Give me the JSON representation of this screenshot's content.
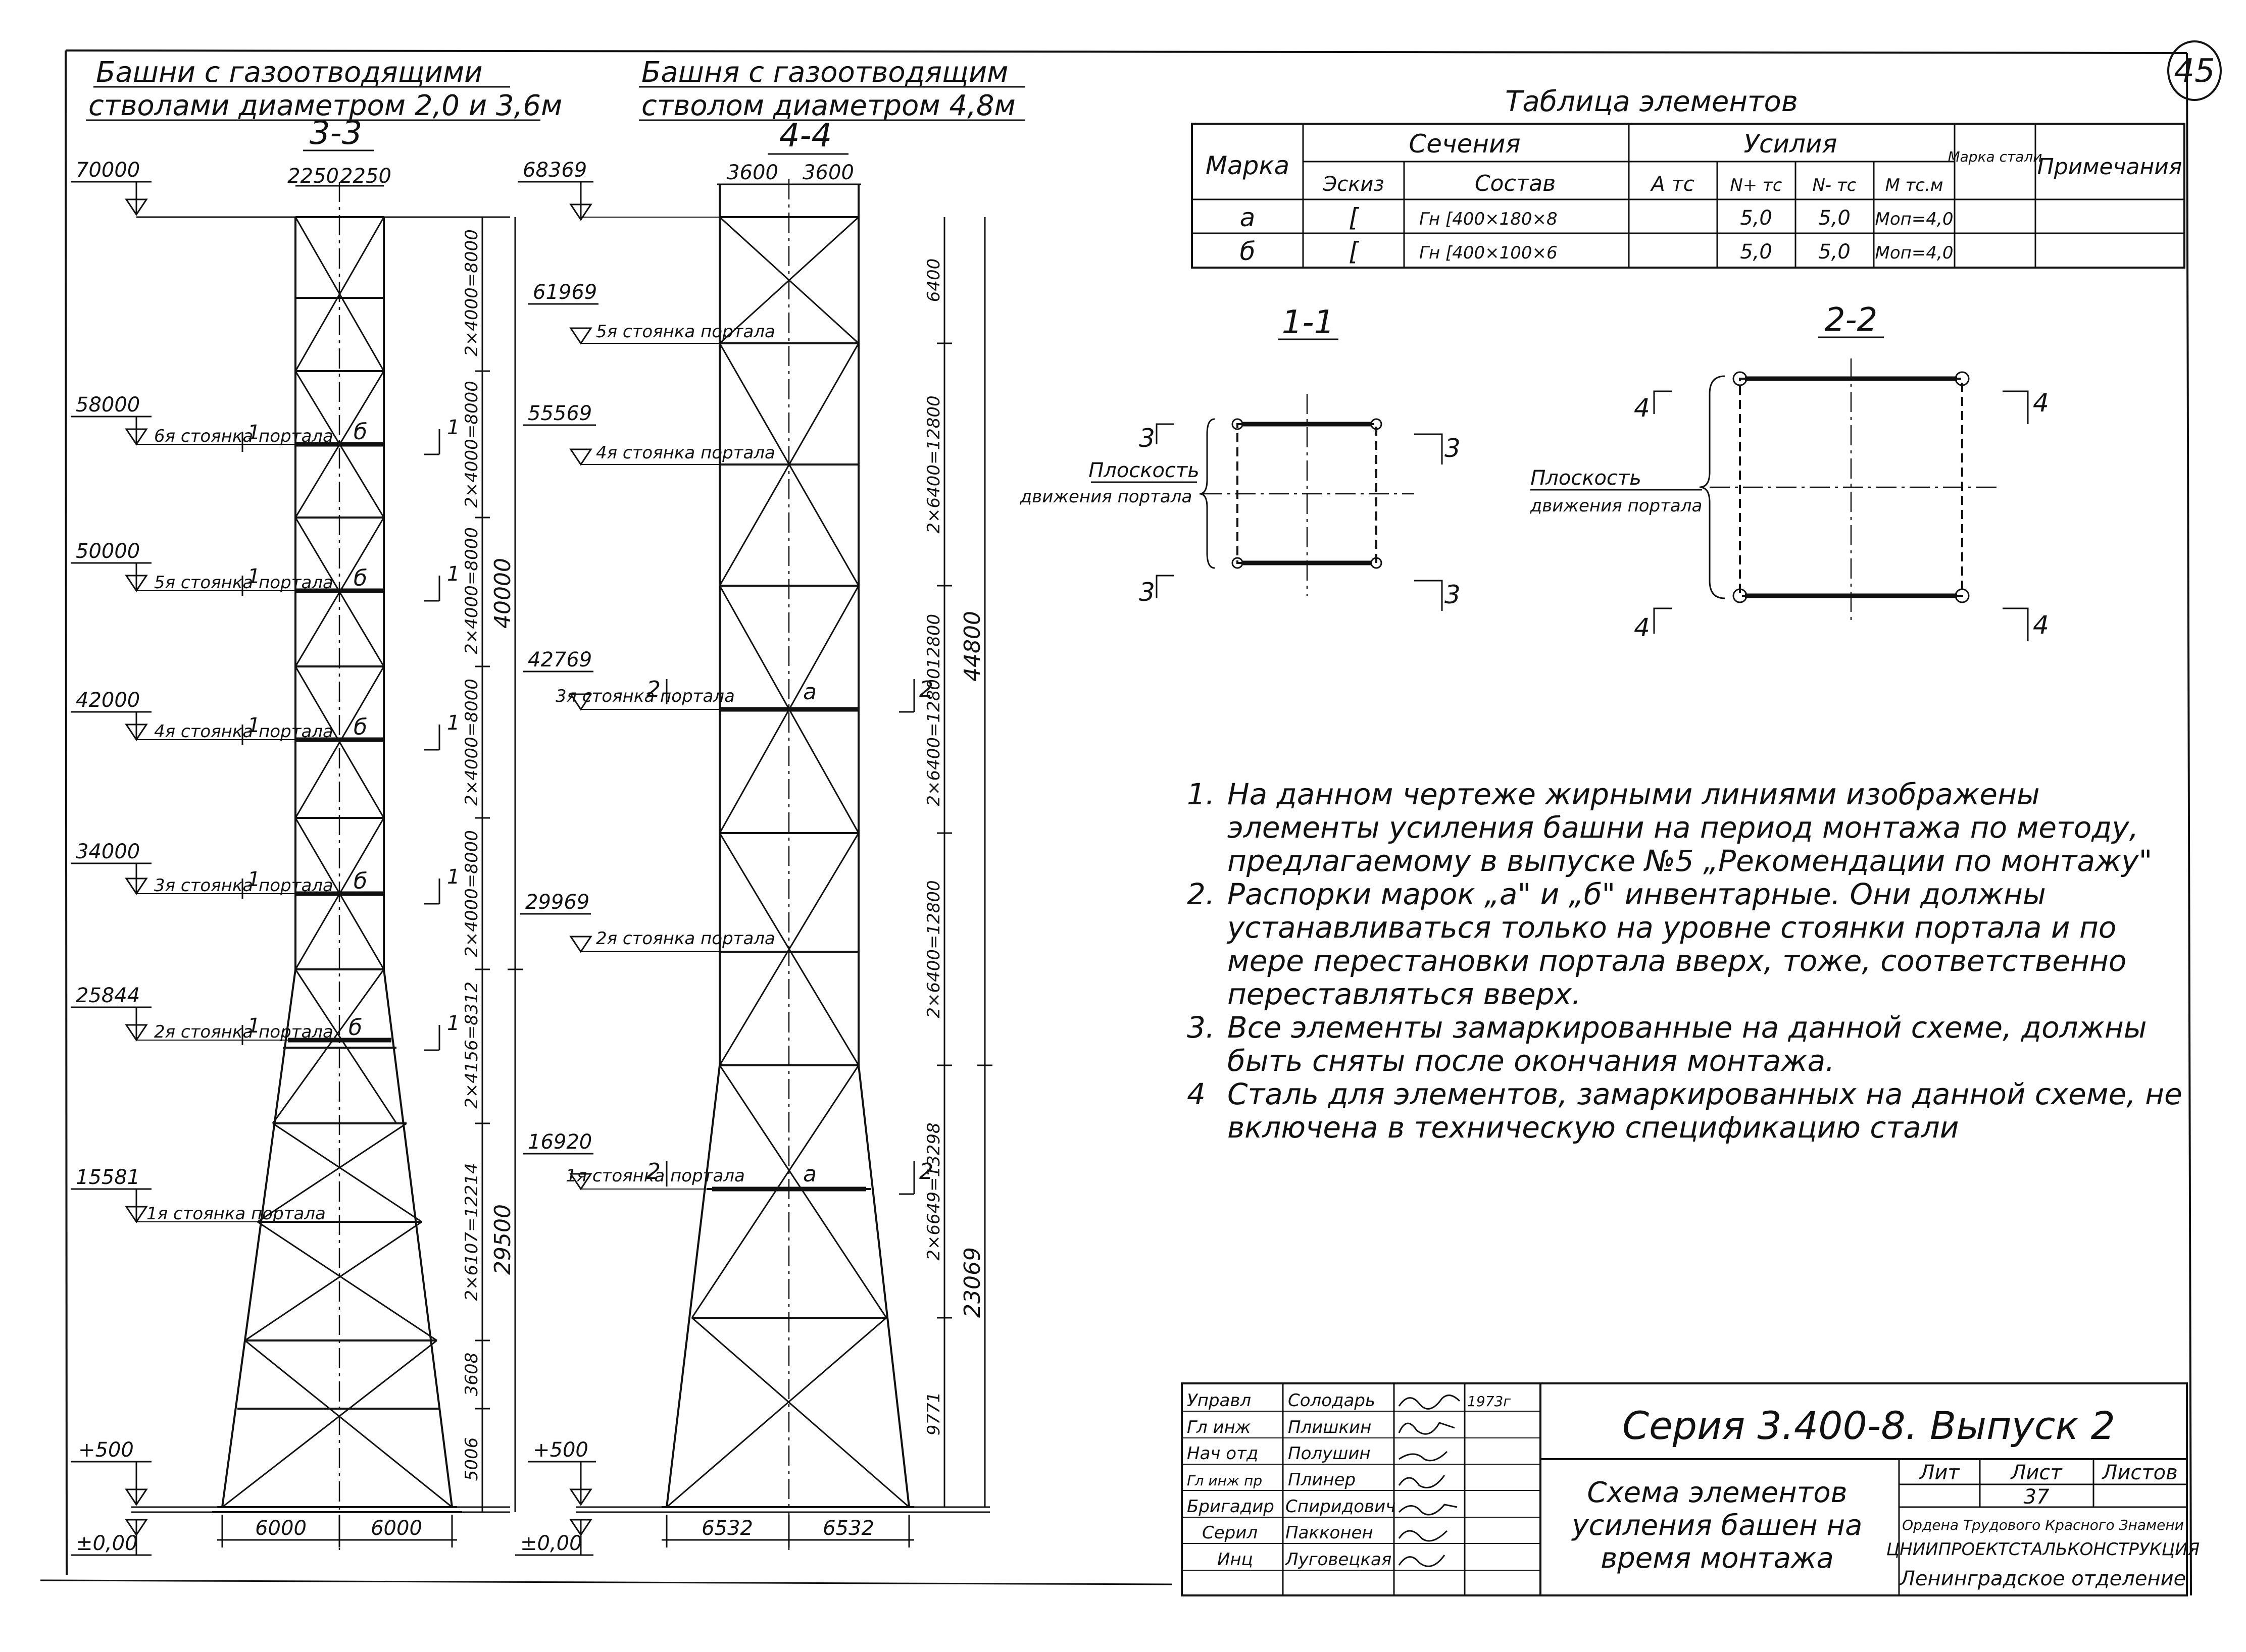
{
  "sheet_number": "45",
  "left_view": {
    "title_line1": "Башни с газоотводящими",
    "title_line2": "стволами диаметром 2,0 и 3,6м",
    "section_label": "3-3",
    "top_dims": [
      "2250",
      "2250"
    ],
    "elevations": [
      "70000",
      "58000",
      "50000",
      "42000",
      "34000",
      "25844",
      "15581",
      "+500",
      "±0,00"
    ],
    "stops": [
      "6я стоянка портала",
      "5я стоянка портала",
      "4я стоянка портала",
      "3я стоянка портала",
      "2я стоянка портала",
      "1я стоянка портала"
    ],
    "dims": [
      "2×4000=8000",
      "2×4000=8000",
      "2×4000=8000",
      "2×4000=8000",
      "2×4000=8000",
      "2×4156=8312",
      "2×6107=12214",
      "3608",
      "5006"
    ],
    "total_dims": [
      "40000",
      "29500"
    ],
    "bottom_dims": [
      "6000",
      "6000"
    ],
    "mark": "б",
    "section_mark": "1"
  },
  "right_view": {
    "title_line1": "Башня с газоотводящим",
    "title_line2": "стволом диаметром 4,8м",
    "section_label": "4-4",
    "top_dims": [
      "3600",
      "3600"
    ],
    "elevations": [
      "68369",
      "61969",
      "55569",
      "42769",
      "29969",
      "16920",
      "+500",
      "±0,00"
    ],
    "stops": [
      "5я стоянка портала",
      "4я стоянка портала",
      "3я стоянка портала",
      "2я стоянка портала",
      "1я стоянка портала"
    ],
    "dims": [
      "6400",
      "2×6400=12800",
      "12800",
      "2×6400=12800",
      "2×6400=12800",
      "2×6649=13298",
      "9771"
    ],
    "total_dims": [
      "44800",
      "23069"
    ],
    "bottom_dims": [
      "6532",
      "6532"
    ],
    "mark": "а",
    "section_mark": "2"
  },
  "table": {
    "title": "Таблица элементов",
    "headers": {
      "mark": "Марка",
      "sections": "Сечения",
      "sketch": "Эскиз",
      "composition": "Состав",
      "forces": "Усилия",
      "a": "A тс",
      "nplus": "N+ тс",
      "nminus": "N- тс",
      "m": "M тс.м",
      "steel": "Марка стали",
      "notes": "Примечания"
    },
    "rows": [
      {
        "mark": "а",
        "sketch": "[",
        "composition": "Гн [400×180×8",
        "a": "",
        "nplus": "5,0",
        "nminus": "5,0",
        "m": "Mоп=4,0",
        "steel": "",
        "notes": ""
      },
      {
        "mark": "б",
        "sketch": "[",
        "composition": "Гн [400×100×6",
        "a": "",
        "nplus": "5,0",
        "nminus": "5,0",
        "m": "Mоп=4,0",
        "steel": "",
        "notes": ""
      }
    ]
  },
  "section_1": {
    "label": "1-1",
    "marks": [
      "3",
      "3",
      "3",
      "3"
    ],
    "plane_label_1": "Плоскость",
    "plane_label_2": "движения портала"
  },
  "section_2": {
    "label": "2-2",
    "marks": [
      "4",
      "4",
      "4",
      "4"
    ],
    "plane_label_1": "Плоскость",
    "plane_label_2": "движения портала"
  },
  "notes": [
    {
      "num": "1.",
      "text": "На данном чертеже жирными линиями изображены элементы усиления башни на период монтажа по методу, предлагаемому в выпуске №5 „Рекомендации по монтажу\""
    },
    {
      "num": "2.",
      "text": "Распорки марок „а\" и „б\" инвентарные. Они должны устанавливаться только на уровне стоянки портала и по мере перестановки портала вверх, тоже, соответственно переставляться вверх."
    },
    {
      "num": "3.",
      "text": "Все элементы замаркированные на данной схеме, должны быть сняты после окончания монтажа."
    },
    {
      "num": "4",
      "text": "Сталь для элементов, замаркированных на данной схеме, не включена в техническую спецификацию стали"
    }
  ],
  "title_block": {
    "roles": [
      "Управл",
      "Гл инж",
      "Нач отд",
      "Гл инж пр",
      "Бригадир",
      "Серил",
      "Инц"
    ],
    "names": [
      "Солодарь",
      "Плишкин",
      "Полушин",
      "Плинер",
      "Спиридович",
      "Пакконен",
      "Луговецкая"
    ],
    "date": "1973г",
    "series": "Серия 3.400-8.  Выпуск 2",
    "drawing_title_1": "Схема элементов",
    "drawing_title_2": "усиления башен на",
    "drawing_title_3": "время монтажа",
    "lit_label": "Лит",
    "sheet_label": "Лист",
    "sheets_label": "Листов",
    "sheet_value": "37",
    "org_1": "Ордена Трудового Красного Знамени",
    "org_2": "ЦНИИПРОЕКТСТАЛЬКОНСТРУКЦИЯ",
    "org_3": "Ленинградское отделение"
  }
}
